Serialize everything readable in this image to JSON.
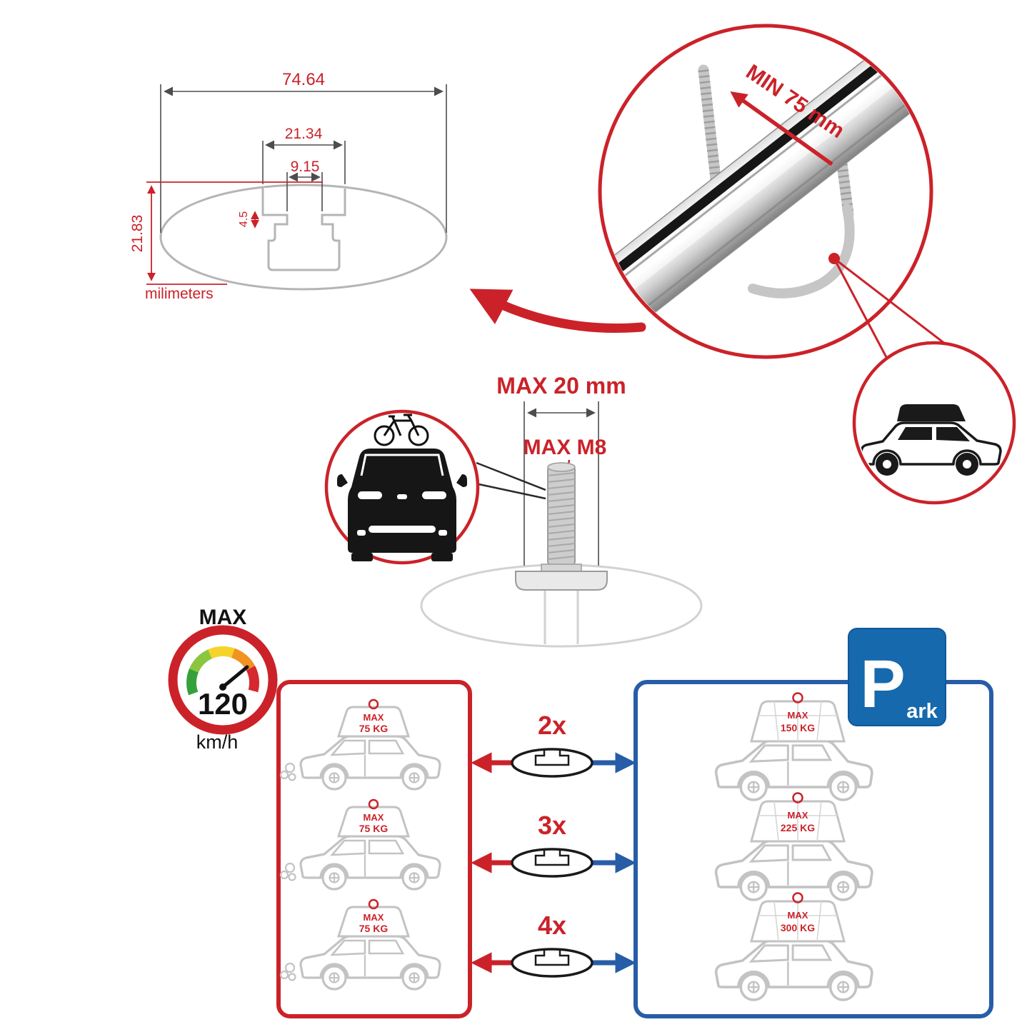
{
  "colors": {
    "red": "#cb2229",
    "blue": "#275da7",
    "gray": "#c3c3c3"
  },
  "cross_section": {
    "total_width": "74.64",
    "channel_outer": "21.34",
    "channel_inner": "9.15",
    "channel_depth": "4.5",
    "total_height": "21.83",
    "units": "milimeters"
  },
  "bar_detail": {
    "min_span": "MIN 75 mm"
  },
  "bolt": {
    "max_length": "MAX 20 mm",
    "max_thread": "MAX M8"
  },
  "speed": {
    "label": "MAX",
    "value": "120",
    "unit": "km/h"
  },
  "capacity": {
    "rows": [
      {
        "qty": "2x",
        "moving_max": "MAX",
        "moving_load": "75 KG",
        "parked_max": "MAX",
        "parked_load": "150 KG"
      },
      {
        "qty": "3x",
        "moving_max": "MAX",
        "moving_load": "75 KG",
        "parked_max": "MAX",
        "parked_load": "225 KG"
      },
      {
        "qty": "4x",
        "moving_max": "MAX",
        "moving_load": "75 KG",
        "parked_max": "MAX",
        "parked_load": "300 KG"
      }
    ]
  },
  "park_sign": {
    "p": "P",
    "ark": "ark"
  }
}
